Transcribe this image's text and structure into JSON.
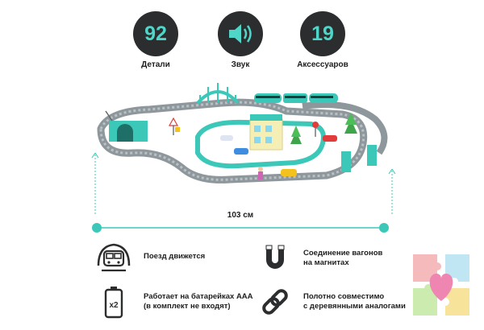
{
  "stats": {
    "parts": {
      "value": "92",
      "label": "Детали"
    },
    "sound": {
      "icon": "speaker-icon",
      "label": "Звук"
    },
    "accessories": {
      "value": "19",
      "label": "Аксессуаров"
    }
  },
  "dimension": {
    "label": "103 см"
  },
  "features": {
    "train_moves": {
      "icon": "train-icon",
      "text": "Поезд движется"
    },
    "magnets": {
      "icon": "magnet-icon",
      "line1": "Соединение вагонов",
      "line2": "на магнитах"
    },
    "batteries": {
      "icon": "battery-icon",
      "line1": "Работает на батарейках ААА",
      "line2": "(в комплект не входят)"
    },
    "compatible": {
      "icon": "chain-link-icon",
      "line1": "Полотно совместимо",
      "line2": "с деревянными аналогами"
    }
  },
  "colors": {
    "accent": "#4fd6c8",
    "dark": "#2b2d2e",
    "track": "#8e979c",
    "teal": "#3cc8b8"
  }
}
